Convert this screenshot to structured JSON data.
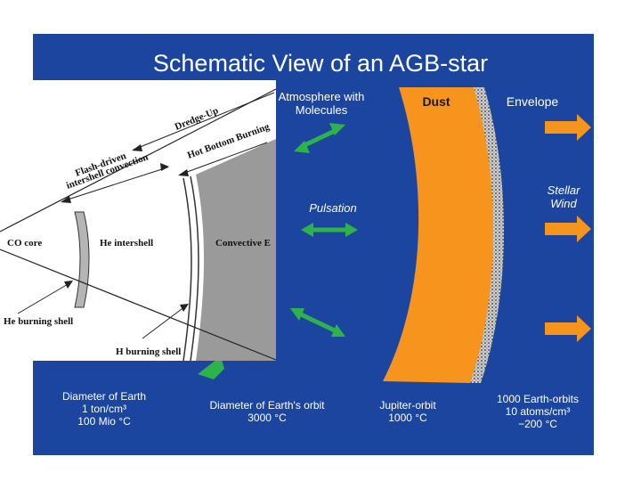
{
  "title": "Schematic View of an AGB-star",
  "labels": {
    "atmosphere": [
      "Atmosphere with",
      "Molecules"
    ],
    "dust": "Dust",
    "envelope": "Envelope",
    "pulsation": "Pulsation",
    "stellar_wind": [
      "Stellar",
      "Wind"
    ]
  },
  "bottom_labels": {
    "earth": [
      "Diameter of Earth",
      "1 ton/cm³",
      "100 Mio °C"
    ],
    "earth_orbit": [
      "Diameter of Earth's orbit",
      "3000 °C"
    ],
    "jupiter": [
      "Jupiter-orbit",
      "1000 °C"
    ],
    "earth_orbits_1000": [
      "1000 Earth-orbits",
      "10 atoms/cm³",
      "−200 °C"
    ]
  },
  "inset": {
    "dredge_up": "Dredge-Up",
    "hot_bottom_burning": "Hot Bottom Burning",
    "flash_driven_1": "Flash-driven",
    "flash_driven_2": "intershell convection",
    "co_core": "CO core",
    "he_intershell": "He intershell",
    "convective_envelope": "Convective E",
    "he_burning_shell": "He burning shell",
    "h_burning_shell": "H burning shell"
  },
  "colors": {
    "background": "#1c45a0",
    "dust": "#f7941d",
    "arrow_green": "#2db34a",
    "arrow_orange": "#f7941d"
  }
}
